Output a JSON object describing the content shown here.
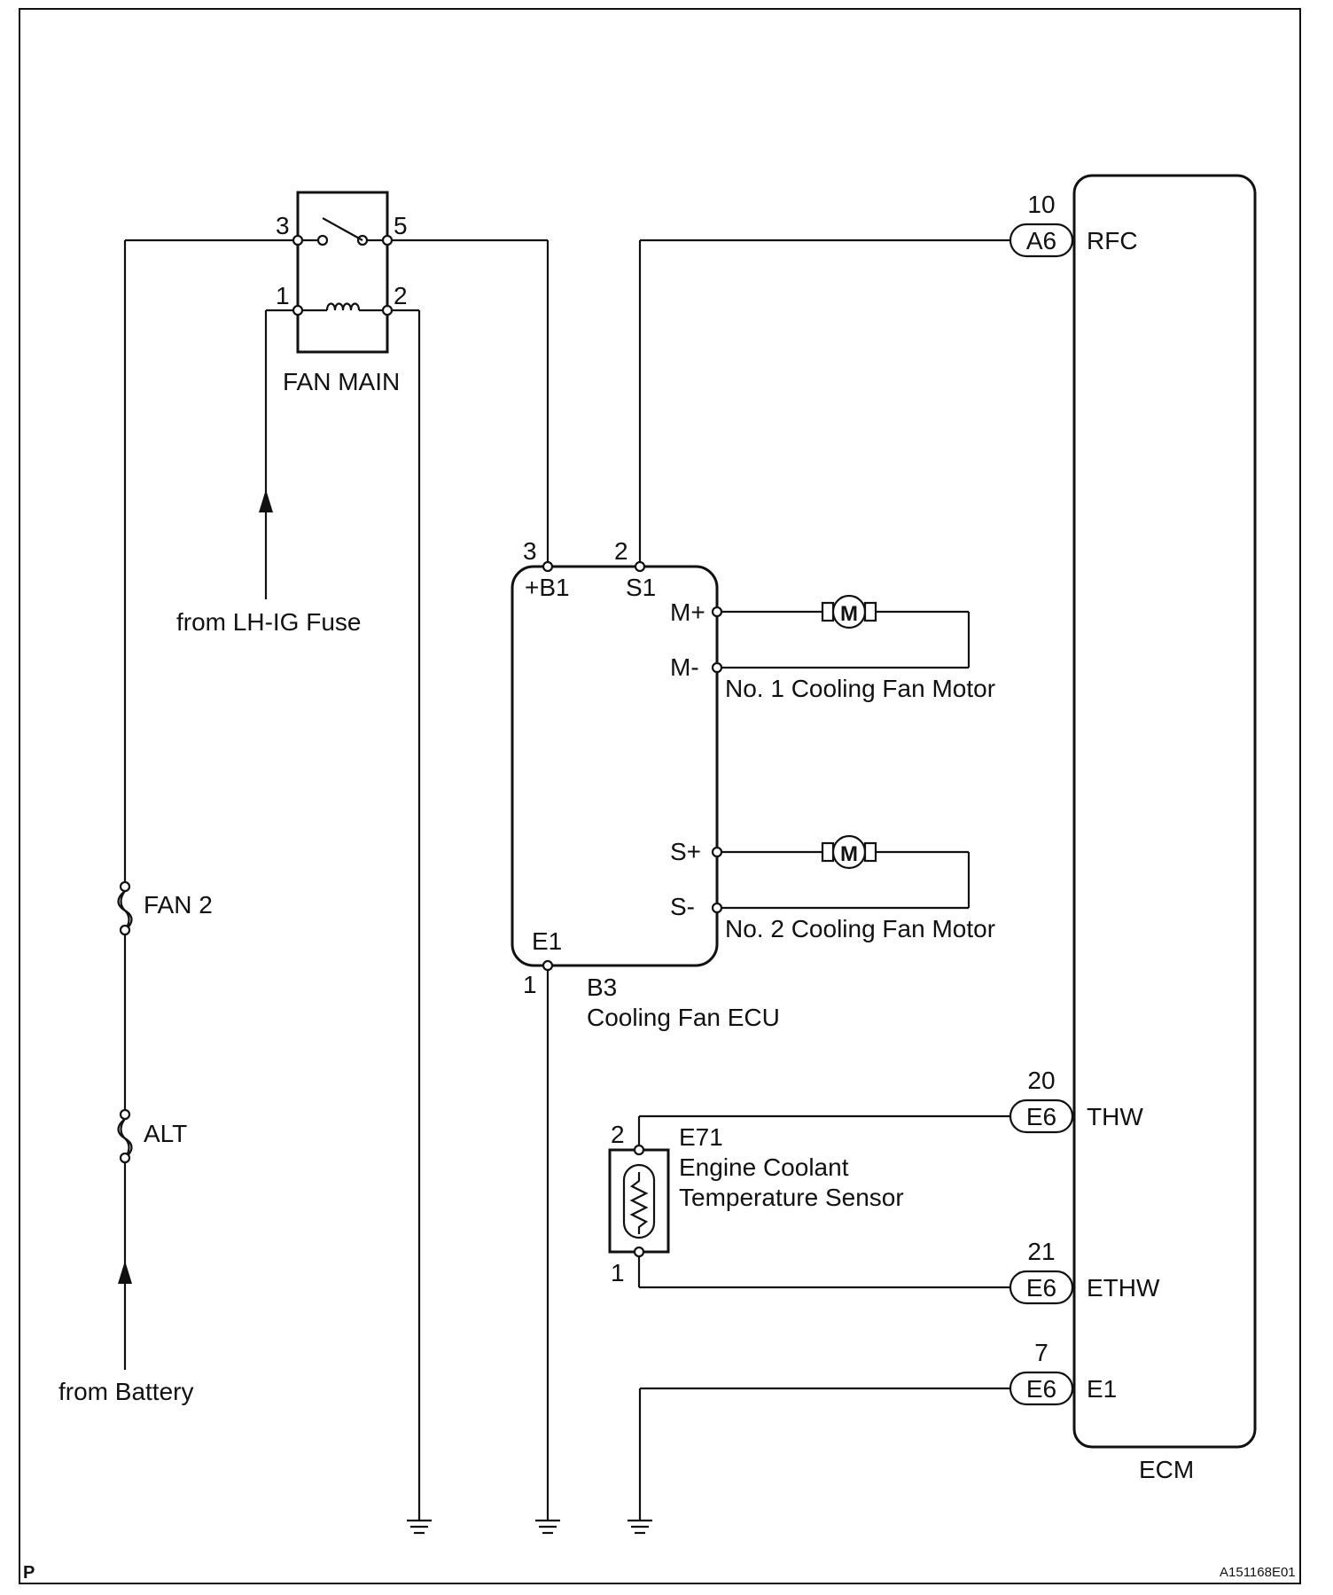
{
  "relay": {
    "name": "FAN MAIN",
    "pin_3": "3",
    "pin_5": "5",
    "pin_1": "1",
    "pin_2": "2"
  },
  "sources": {
    "lhig": "from LH-IG Fuse",
    "battery": "from Battery"
  },
  "fuses": {
    "fan2": "FAN 2",
    "alt": "ALT"
  },
  "fan_ecu": {
    "code": "B3",
    "name": "Cooling Fan ECU",
    "pin_b1_num": "3",
    "pin_b1_label": "+B1",
    "pin_s1_num": "2",
    "pin_s1_label": "S1",
    "pin_mp_label": "M+",
    "pin_mm_label": "M-",
    "pin_sp_label": "S+",
    "pin_sm_label": "S-",
    "pin_e1_label": "E1",
    "pin_e1_num": "1"
  },
  "motors": {
    "symbol": "M",
    "motor1": "No. 1 Cooling Fan Motor",
    "motor2": "No. 2 Cooling Fan Motor"
  },
  "sensor": {
    "code": "E71",
    "name_line1": "Engine Coolant",
    "name_line2": "Temperature Sensor",
    "pin_top": "2",
    "pin_bottom": "1"
  },
  "ecm": {
    "name": "ECM",
    "rfc": {
      "pin": "10",
      "connector": "A6",
      "signal": "RFC"
    },
    "thw": {
      "pin": "20",
      "connector": "E6",
      "signal": "THW"
    },
    "ethw": {
      "pin": "21",
      "connector": "E6",
      "signal": "ETHW"
    },
    "e1": {
      "pin": "7",
      "connector": "E6",
      "signal": "E1"
    }
  },
  "footer": {
    "corner_mark": "P",
    "figure_id": "A151168E01"
  }
}
